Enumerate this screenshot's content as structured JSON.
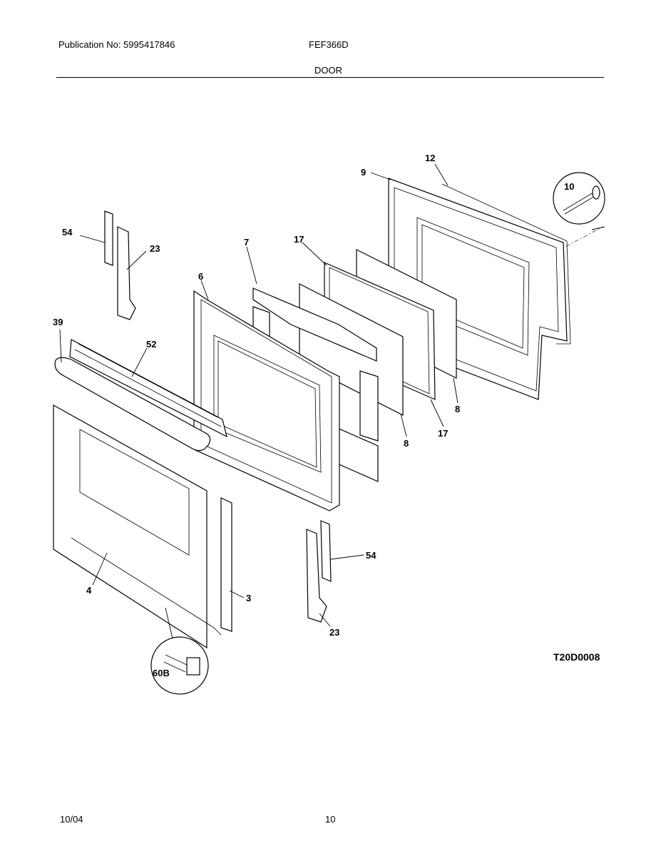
{
  "header": {
    "publication": "Publication No: 5995417846",
    "model": "FEF366D",
    "section": "DOOR"
  },
  "footer": {
    "date": "10/04",
    "page": "10"
  },
  "diagram": {
    "reference_code": "T20D0008",
    "callouts": {
      "c54_top": "54",
      "c23_top": "23",
      "c39": "39",
      "c52": "52",
      "c6": "6",
      "c7": "7",
      "c17_top": "17",
      "c9": "9",
      "c12": "12",
      "c10": "10",
      "c8_right": "8",
      "c17_bottom": "17",
      "c8_bottom": "8",
      "c54_bottom": "54",
      "c23_bottom": "23",
      "c4": "4",
      "c3": "3",
      "c60b": "60B"
    }
  }
}
